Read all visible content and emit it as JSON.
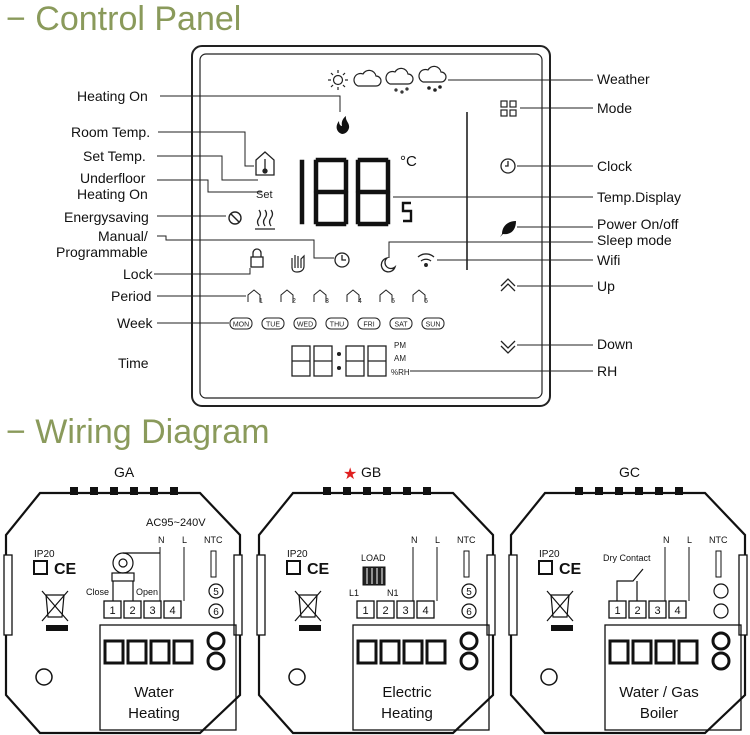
{
  "control_panel": {
    "title": "−  Control Panel",
    "left_labels": {
      "heating_on": "Heating On",
      "room_temp": "Room Temp.",
      "set_temp": "Set  Temp.",
      "underfloor_1": "Underfloor",
      "underfloor_2": "Heating On",
      "energysaving": "Energysaving",
      "manual_1": "Manual/",
      "manual_2": "Programmable",
      "lock": "Lock",
      "period": "Period",
      "week": "Week",
      "time": "Time"
    },
    "right_labels": {
      "weather": "Weather",
      "mode": "Mode",
      "clock": "Clock",
      "temp_display": "Temp.Display",
      "power": "Power On/off",
      "sleep": "Sleep mode",
      "wifi": "Wifi",
      "up": "Up",
      "down": "Down",
      "rh": "RH"
    },
    "screen": {
      "set_text": "Set",
      "temp_digits": "188",
      "temp_decimal": "5",
      "celsius": "°C",
      "time_digits": "88:88",
      "pm": "PM",
      "am": "AM",
      "rh": "%RH",
      "days": [
        "MON",
        "TUE",
        "WED",
        "THU",
        "FRI",
        "SAT",
        "SUN"
      ],
      "periods": [
        "1",
        "2",
        "3",
        "4",
        "5",
        "6"
      ]
    }
  },
  "wiring": {
    "title": "−  Wiring Diagram",
    "boards": [
      {
        "name": "GA",
        "star": false,
        "voltage": "AC95~240V",
        "ip": "IP20",
        "ce": "CE",
        "terminals": [
          "1",
          "2",
          "3",
          "4"
        ],
        "n": "N",
        "l": "L",
        "ntc": "NTC",
        "ntc_nums": [
          "5",
          "6"
        ],
        "close": "Close",
        "open": "Open",
        "caption_1": "Water",
        "caption_2": "Heating"
      },
      {
        "name": "GB",
        "star": true,
        "ip": "IP20",
        "ce": "CE",
        "load": "LOAD",
        "l1": "L1",
        "n1": "N1",
        "terminals": [
          "1",
          "2",
          "3",
          "4"
        ],
        "n": "N",
        "l": "L",
        "ntc": "NTC",
        "ntc_nums": [
          "5",
          "6"
        ],
        "caption_1": "Electric",
        "caption_2": "Heating"
      },
      {
        "name": "GC",
        "star": false,
        "ip": "IP20",
        "ce": "CE",
        "dry_contact": "Dry Contact",
        "terminals": [
          "1",
          "2",
          "3",
          "4"
        ],
        "n": "N",
        "l": "L",
        "ntc": "NTC",
        "caption_1": "Water / Gas",
        "caption_2": "Boiler"
      }
    ]
  },
  "colors": {
    "title_green": "#8a9a5b",
    "star_red": "#e02020",
    "digit_grey": "#111111"
  }
}
